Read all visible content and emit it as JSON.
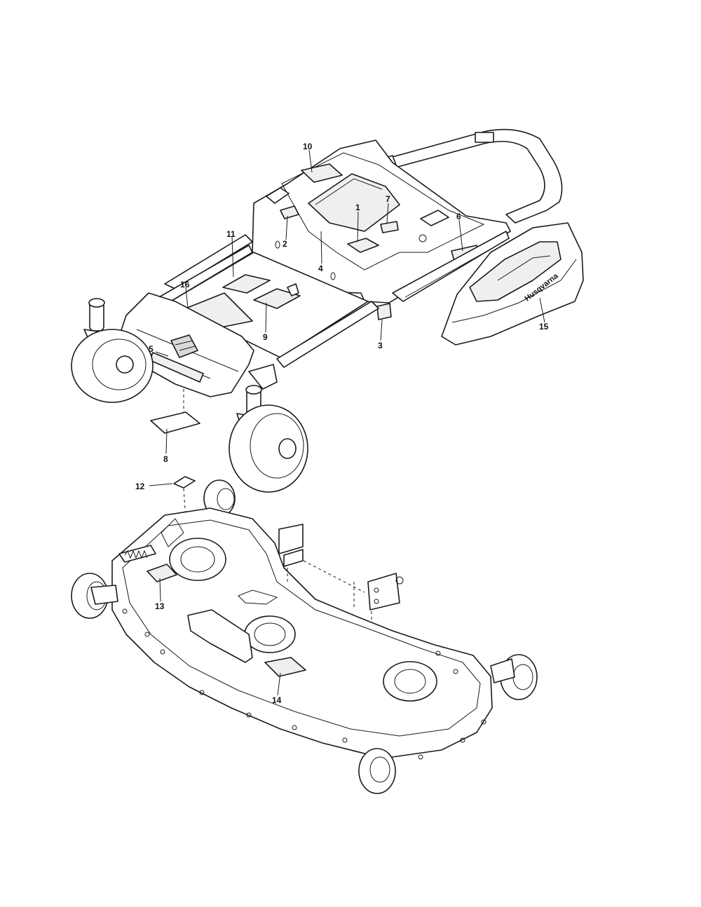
{
  "brand_text": "Husqvarna",
  "callouts": {
    "c1": "1",
    "c2": "2",
    "c3": "3",
    "c4": "4",
    "c5": "5",
    "c6": "6",
    "c7": "7",
    "c8": "8",
    "c9": "9",
    "c10": "10",
    "c11": "11",
    "c12": "12",
    "c13": "13",
    "c14": "14",
    "c15": "15",
    "c16": "16"
  },
  "icons": [
    "mower-chassis",
    "mower-deck",
    "seat-pan",
    "caster-wheel",
    "decal-label",
    "husqvarna-logo"
  ],
  "colors": {
    "line": "#1a1a1a",
    "background": "#ffffff",
    "shade": "#efefef"
  }
}
